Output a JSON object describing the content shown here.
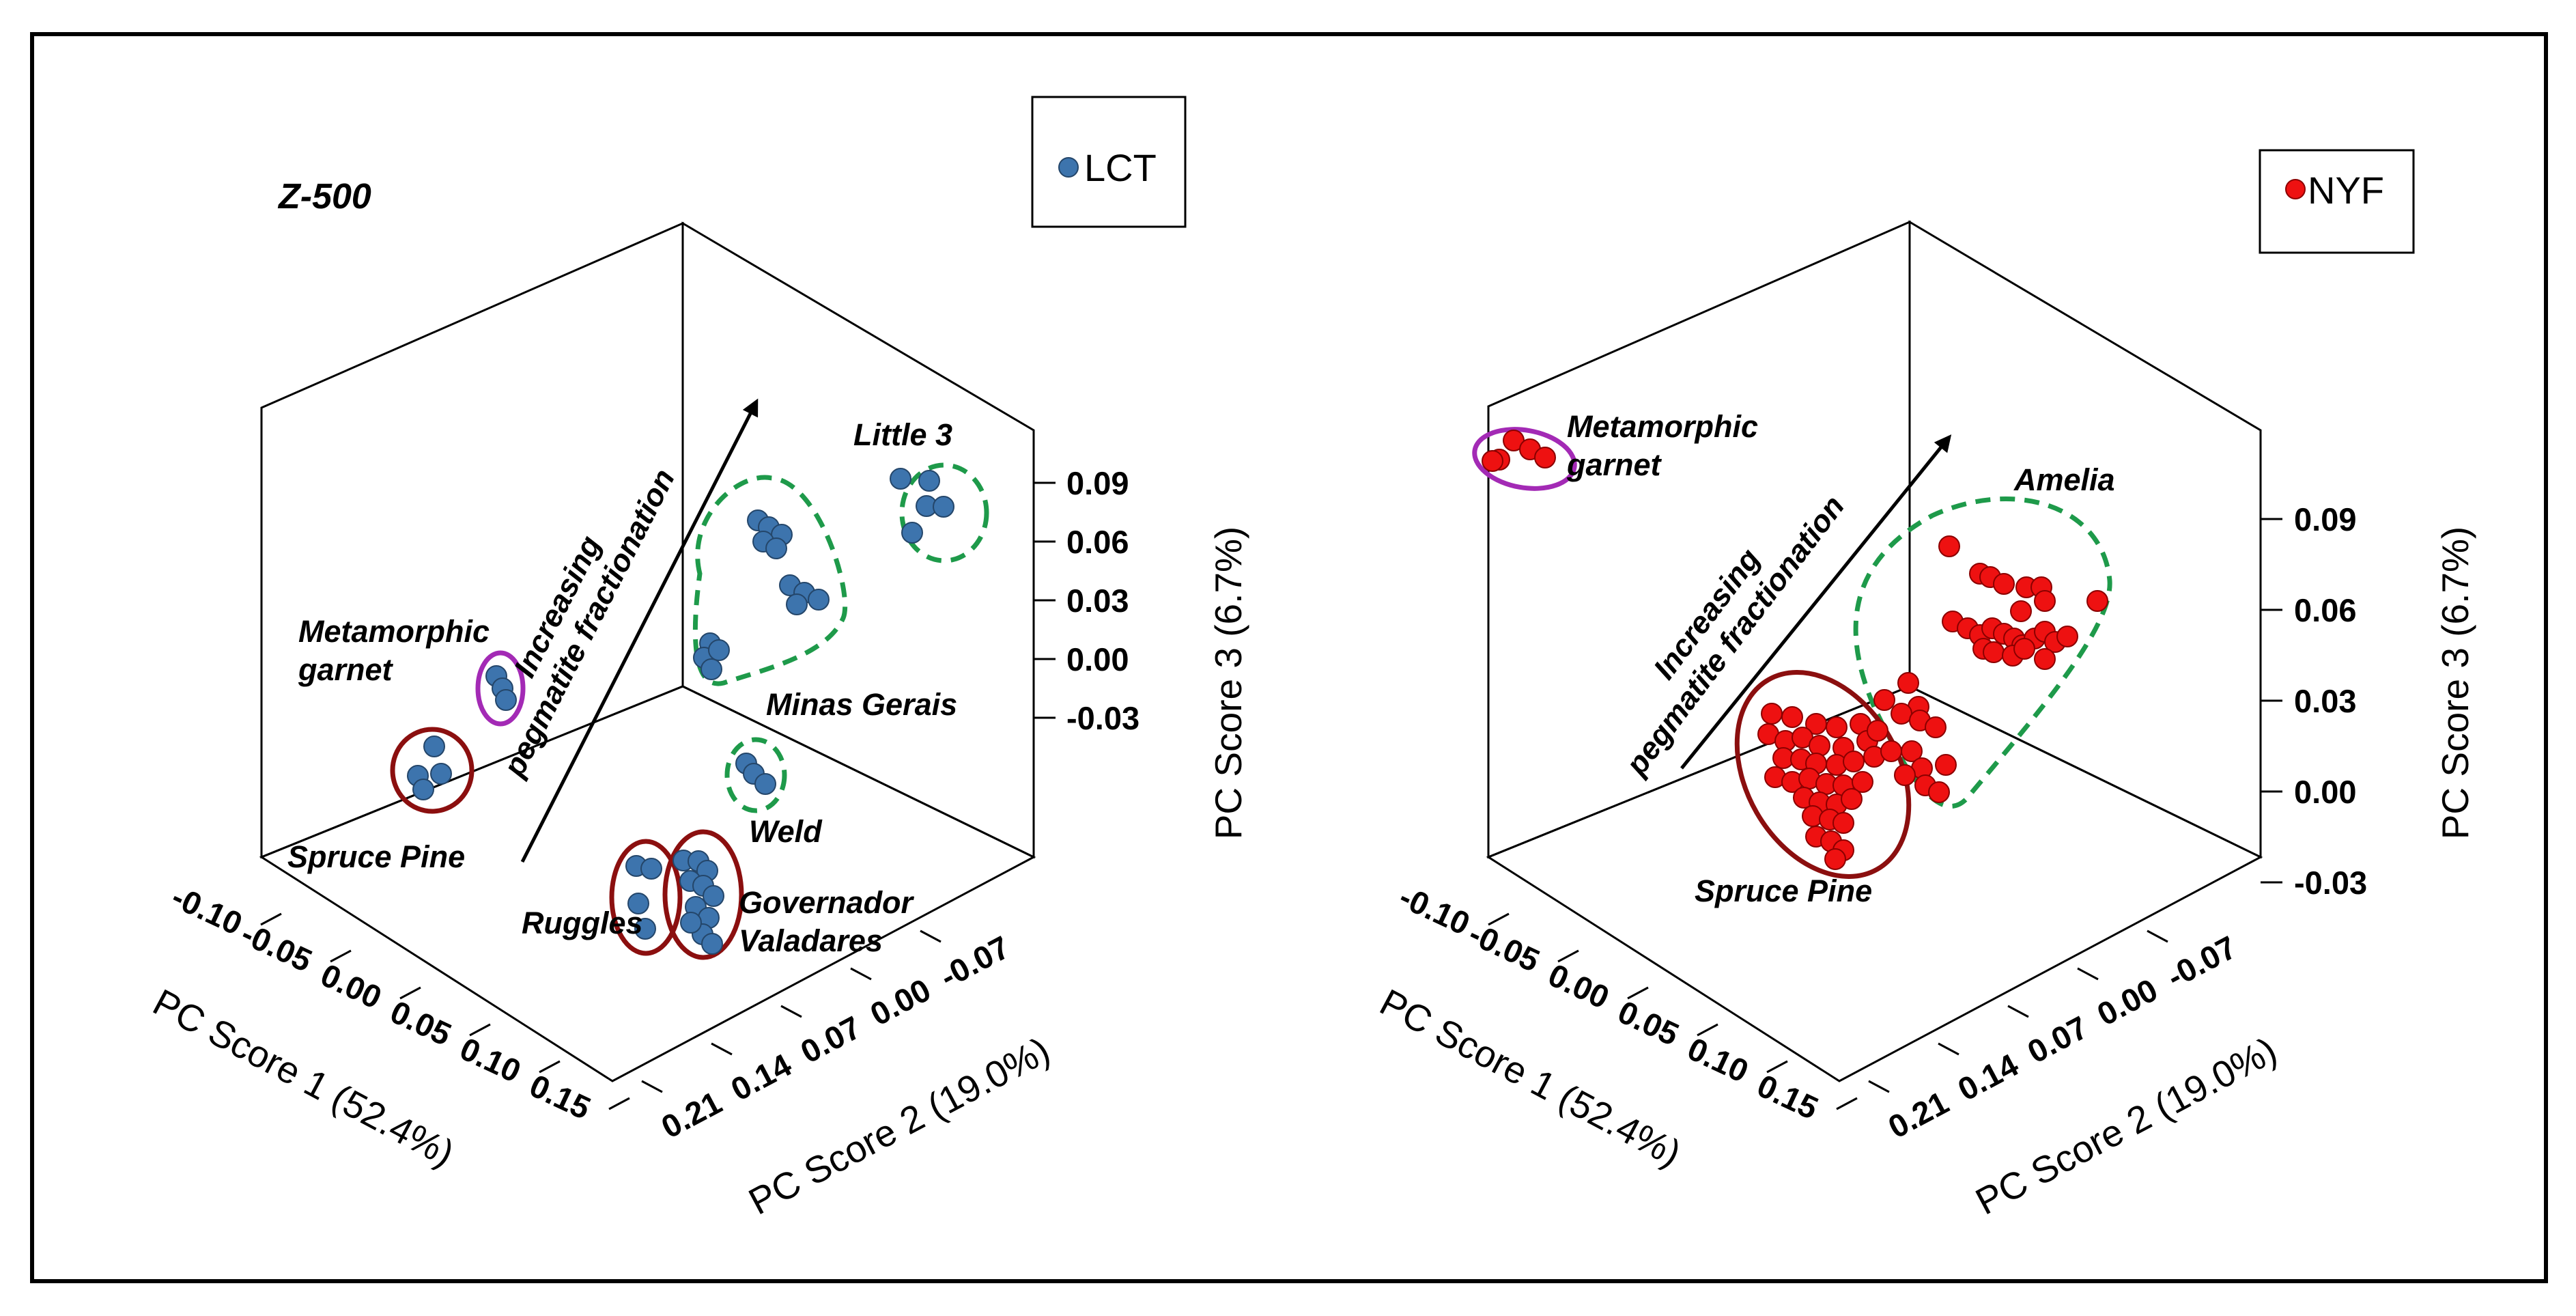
{
  "chart_data": [
    {
      "type": "scatter",
      "projection": "3d",
      "title": "Z-500",
      "legend": {
        "label": "LCT",
        "placement": "top-right"
      },
      "marker_color": "#3d74ad",
      "marker_edge": "#24466a",
      "axes": {
        "x": {
          "label": "PC Score 1 (52.4%)",
          "ticks": [
            "-0.10",
            "-0.05",
            "0.00",
            "0.05",
            "0.10",
            "0.15"
          ]
        },
        "y": {
          "label": "PC Score 2 (19.0%)",
          "ticks": [
            "0.21",
            "0.14",
            "0.07",
            "0.00",
            "-0.07"
          ]
        },
        "z": {
          "label": "PC Score 3 (6.7%)",
          "ticks": [
            "0.09",
            "0.06",
            "0.03",
            "0.00",
            "-0.03"
          ]
        }
      },
      "arrow_label": [
        "Increasing",
        "pegmatite fractionation"
      ],
      "groups": [
        {
          "name": "Little 3",
          "outline": "green-dashed",
          "marker_count": 5
        },
        {
          "name": "Minas Gerais",
          "outline": "green-dashed",
          "marker_count": 13
        },
        {
          "name": "Metamorphic garnet",
          "outline": "purple",
          "marker_count": 3
        },
        {
          "name": "Spruce Pine",
          "outline": "dark-red",
          "marker_count": 4
        },
        {
          "name": "Weld",
          "outline": "green-dashed",
          "marker_count": 3
        },
        {
          "name": "Ruggles",
          "outline": "dark-red",
          "marker_count": 4
        },
        {
          "name": "Governador Valadares",
          "outline": "dark-red",
          "marker_count": 11
        }
      ],
      "labels": [
        {
          "key": "little3",
          "lines": [
            "Little 3"
          ]
        },
        {
          "key": "minas",
          "lines": [
            "Minas Gerais"
          ]
        },
        {
          "key": "meta",
          "lines": [
            "Metamorphic",
            "garnet"
          ]
        },
        {
          "key": "spruce",
          "lines": [
            "Spruce Pine"
          ]
        },
        {
          "key": "weld",
          "lines": [
            "Weld"
          ]
        },
        {
          "key": "ruggles",
          "lines": [
            "Ruggles"
          ]
        },
        {
          "key": "gov",
          "lines": [
            "Governador",
            "Valadares"
          ]
        }
      ]
    },
    {
      "type": "scatter",
      "projection": "3d",
      "legend": {
        "label": "NYF",
        "placement": "top-right"
      },
      "marker_color": "#ee1111",
      "marker_edge": "#8b0000",
      "axes": {
        "x": {
          "label": "PC Score 1 (52.4%)",
          "ticks": [
            "-0.10",
            "-0.05",
            "0.00",
            "0.05",
            "0.10",
            "0.15"
          ]
        },
        "y": {
          "label": "PC Score 2 (19.0%)",
          "ticks": [
            "0.21",
            "0.14",
            "0.07",
            "0.00",
            "-0.07"
          ]
        },
        "z": {
          "label": "PC Score 3 (6.7%)",
          "ticks": [
            "0.09",
            "0.06",
            "0.03",
            "0.00",
            "-0.03"
          ]
        }
      },
      "arrow_label": [
        "Increasing",
        "pegmatite fractionation"
      ],
      "groups": [
        {
          "name": "Metamorphic garnet",
          "outline": "purple",
          "marker_count": 5
        },
        {
          "name": "Amelia",
          "outline": "green-dashed",
          "marker_count": 32
        },
        {
          "name": "Spruce Pine",
          "outline": "dark-red",
          "marker_count": 46
        }
      ],
      "labels": [
        {
          "key": "meta",
          "lines": [
            "Metamorphic",
            "garnet"
          ]
        },
        {
          "key": "amelia",
          "lines": [
            "Amelia"
          ]
        },
        {
          "key": "spruce",
          "lines": [
            "Spruce Pine"
          ]
        }
      ]
    }
  ]
}
